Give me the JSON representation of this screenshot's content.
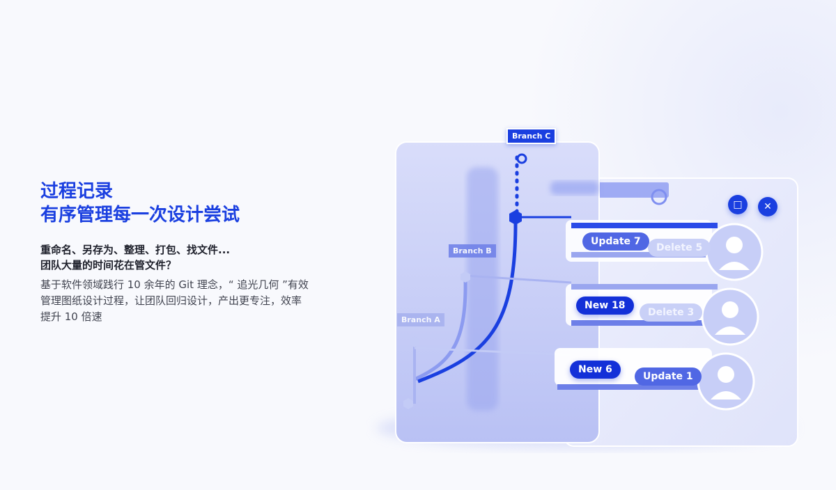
{
  "heading": {
    "line1": "过程记录",
    "line2": "有序管理每一次设计尝试"
  },
  "subtitle": {
    "line1": "重命名、另存为、整理、打包、找文件...",
    "line2": "团队大量的时间花在管文件？"
  },
  "description": "基于软件领域践行 10 余年的 Git 理念，“ 追光几何 ”有效管理图纸设计过程，让团队回归设计，产出更专注，效率提升 10 倍速",
  "illustration": {
    "branches": {
      "c": "Branch C",
      "b": "Branch B",
      "a": "Branch A"
    },
    "rows": [
      {
        "left": "Update 7",
        "right": "Delete 5"
      },
      {
        "left": "New 18",
        "right": "Delete 3"
      },
      {
        "left": "New 6",
        "right": "Update 1"
      }
    ],
    "window_buttons": {
      "square": "□",
      "close": "✕"
    },
    "colors": {
      "accent": "#1a3fe0",
      "light": "#c9d0f7"
    }
  }
}
